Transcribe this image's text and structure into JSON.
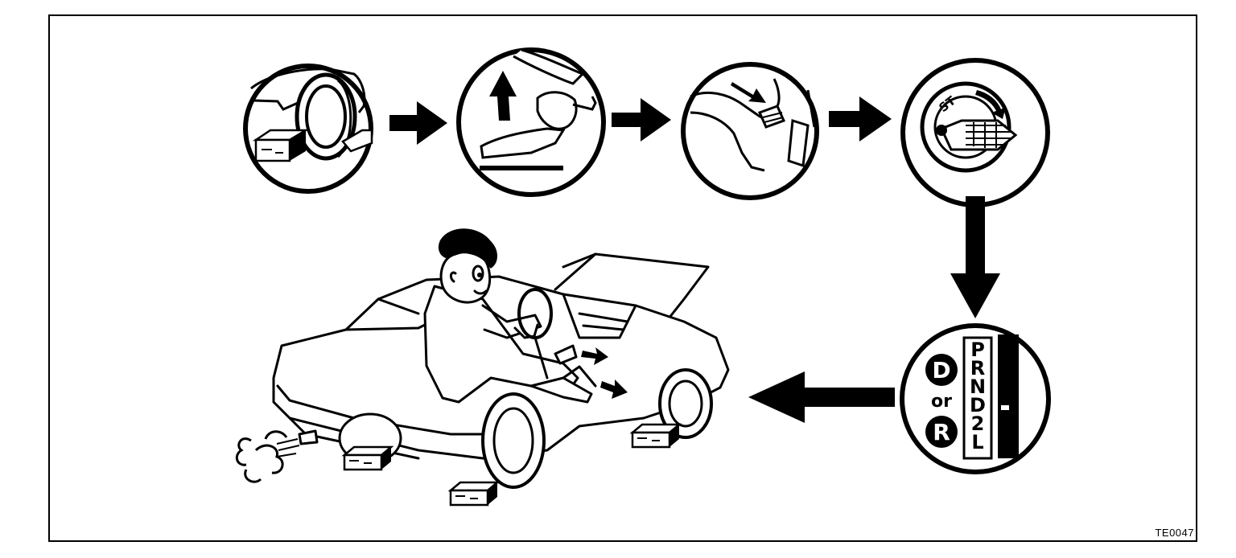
{
  "figure": {
    "reference_code": "TE0047",
    "ignition_label": "ST",
    "shift_positions": [
      "P",
      "R",
      "N",
      "D",
      "2",
      "L"
    ],
    "shift_marker": "–",
    "gear_choice": {
      "first": "D",
      "connector": "or",
      "second": "R"
    }
  },
  "colors": {
    "ink": "#000000",
    "paper": "#ffffff"
  }
}
